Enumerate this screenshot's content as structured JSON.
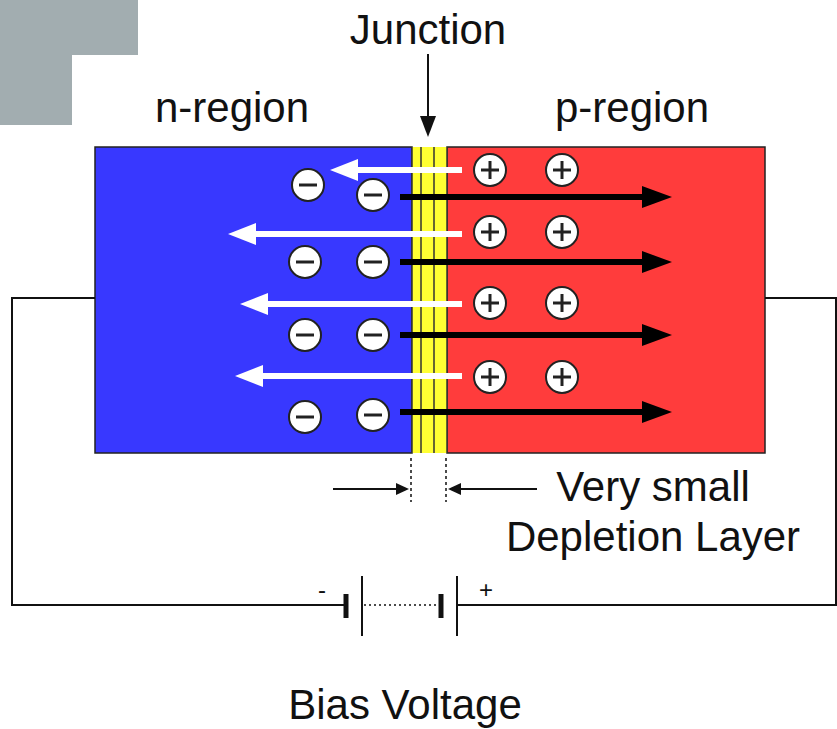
{
  "diagram": {
    "nodes": [
      {
        "text": [
          "n-region"
        ]
      },
      {
        "text": [
          "p-region"
        ]
      }
    ],
    "labels": [
      "Junction",
      "Very small Depletion Layer",
      "-",
      "+",
      "Bias Voltage"
    ]
  }
}
